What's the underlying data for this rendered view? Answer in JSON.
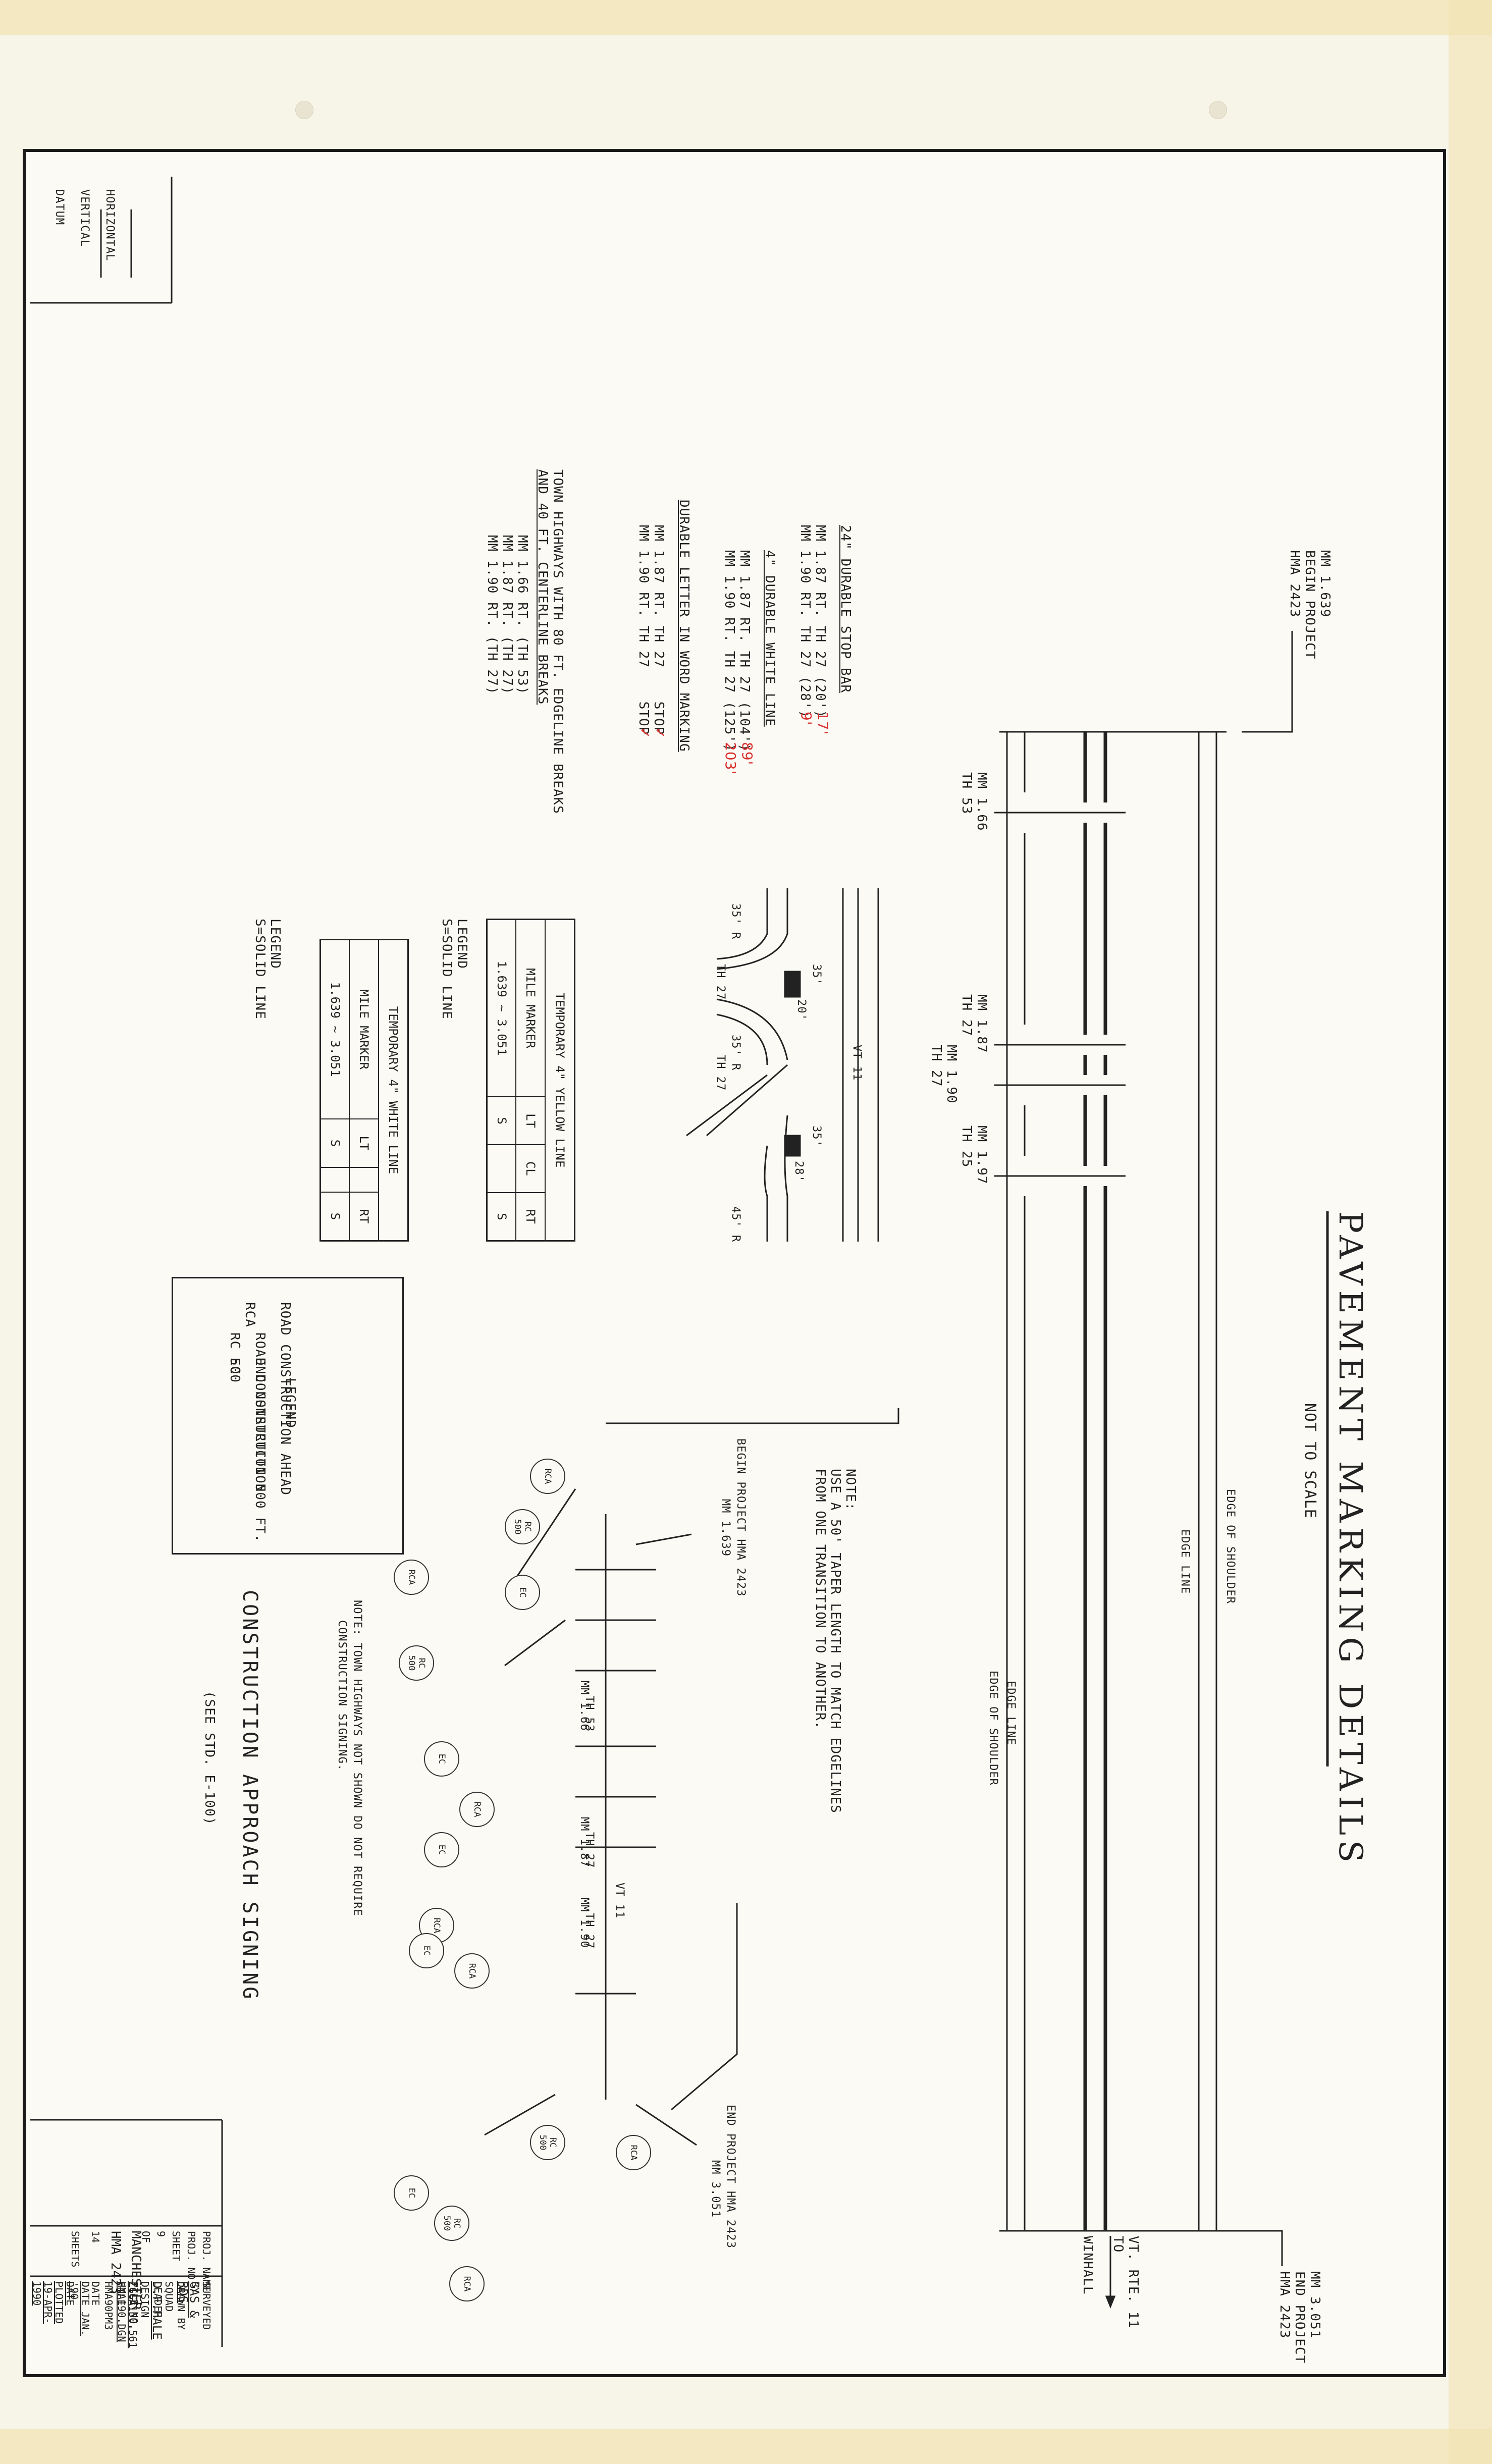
{
  "title": "PAVEMENT MARKING DETAILS",
  "subtitle": "NOT TO SCALE",
  "datum": {
    "label": "DATUM",
    "vertical": "VERTICAL",
    "horizontal": "HORIZONTAL"
  },
  "project_marks": {
    "begin": [
      "MM 1.639",
      "BEGIN PROJECT",
      "HMA 2423"
    ],
    "end": [
      "MM 3.051",
      "END PROJECT",
      "HMA 2423"
    ],
    "route": [
      "VT. RTE. 11",
      "TO",
      "WINHALL"
    ]
  },
  "plan_labels": {
    "mm166": [
      "MM 1.66",
      "TH 53"
    ],
    "mm187": [
      "MM 1.87",
      "TH 27"
    ],
    "mm190": [
      "MM 1.90",
      "TH 27"
    ],
    "mm197": [
      "MM 1.97",
      "TH 25"
    ],
    "edge_shoulder_top": "EDGE OF SHOULDER",
    "edge_line_top": "EDGE LINE",
    "edge_line_bot": "EDGE LINE",
    "edge_shoulder_bot": "EDGE OF SHOULDER"
  },
  "notes": {
    "taper_title": "NOTE:",
    "taper_text": [
      "USE A 50' TAPER LENGTH TO MATCH EDGELINES",
      "FROM ONE TRANSITION TO ANOTHER."
    ],
    "town_highways": [
      "NOTE: TOWN HIGHWAYS NOT SHOWN DO NOT REQUIRE",
      "CONSTRUCTION SIGNING."
    ]
  },
  "stop_bar": {
    "heading": "24\" DURABLE STOP BAR",
    "lines": [
      "MM 1.87 RT. TH 27 (20')",
      "MM 1.90 RT. TH 27 (28')"
    ],
    "red": [
      "17'",
      "9'"
    ]
  },
  "white_line": {
    "heading": "4\" DURABLE WHITE LINE",
    "lines": [
      "MM 1.87 RT. TH 27 (104')",
      "MM 1.90 RT. TH 27 (125')"
    ],
    "red": [
      "89'",
      "203'"
    ]
  },
  "word_marking": {
    "heading": "DURABLE LETTER IN WORD MARKING",
    "lines": [
      "MM 1.87 RT. TH 27    STOP",
      "MM 1.90 RT. TH 27    STOP"
    ],
    "checks": [
      "✓",
      "✓"
    ]
  },
  "town_highways": {
    "heading": [
      "TOWN HIGHWAYS WITH 80 FT. EDGELINE BREAKS",
      "AND 40 FT. CENTERLINE BREAKS"
    ],
    "lines": [
      "MM 1.66 RT. (TH 53)",
      "MM 1.87 RT. (TH 27)",
      "MM 1.90 RT. (TH 27)"
    ]
  },
  "detail": {
    "r35a": "35' R",
    "r35b": "35' R",
    "r45": "45' R",
    "d35a": "35'",
    "d20": "20'",
    "d35b": "35'",
    "d28": "28'",
    "th27a": "TH 27",
    "th27b": "TH 27",
    "vt11": "VT 11"
  },
  "yellow_table": {
    "title": "TEMPORARY 4\" YELLOW LINE",
    "headers": [
      "MILE MARKER",
      "LT",
      "CL",
      "RT"
    ],
    "row": [
      "1.639 ~ 3.051",
      "S",
      "",
      "S"
    ],
    "legend": [
      "LEGEND",
      "S=SOLID LINE"
    ]
  },
  "white_table": {
    "title": "TEMPORARY 4\" WHITE LINE",
    "headers": [
      "MILE MARKER",
      "LT",
      "",
      "RT"
    ],
    "row": [
      "1.639 ~ 3.051",
      "S",
      "",
      "S"
    ],
    "legend": [
      "LEGEND",
      "S=SOLID LINE"
    ]
  },
  "sign_legend": {
    "title": "LEGEND",
    "items": [
      {
        "code": "RCA",
        "text": "ROAD CONSTRUCTION AHEAD"
      },
      {
        "code": "RC 500",
        "text": "ROAD CONSTRUCTION 500 FT."
      },
      {
        "code": "EC",
        "text": "END CONSTRUCTION"
      }
    ]
  },
  "signing": {
    "title": "CONSTRUCTION APPROACH SIGNING",
    "ref": "(SEE STD. E-100)",
    "begin": [
      "BEGIN PROJECT HMA 2423",
      "MM 1.639"
    ],
    "end": [
      "END PROJECT HMA 2423",
      "MM 3.051"
    ],
    "road": "VT 11",
    "sign_codes": {
      "rca": "RCA",
      "rc": "RC",
      "rc500": "500",
      "ec": "EC"
    },
    "stations": [
      {
        "mm": "MM 1.66",
        "th": "TH 53"
      },
      {
        "mm": "MM 1.87",
        "th": "TH 27"
      },
      {
        "mm": "MM 1.90",
        "th": "TH 27"
      }
    ]
  },
  "title_block": {
    "surveyed_by_label": "SURVEYED BY",
    "surveyed_by": "GAS & RDS",
    "date_label": "DATE",
    "drawn_by_label": "DRAWN BY",
    "drawn_date": "DATE JAN. '90",
    "squad_leader_label": "SQUAD LEADER",
    "squad_leader": "D.F.HALE",
    "design_file_label": "DESIGN FILE NO.",
    "design_file": "ZGGA150.561 HMA190.DGN",
    "file_label": "FILE",
    "file": "HMA90PM3",
    "plotted": "DATE PLOTTED 19-APR-1990",
    "proj_name_label": "PROJ. NAME",
    "proj_name": "MANCHESTER",
    "proj_no_label": "PROJ. NO.",
    "proj_no": "HMA 2423",
    "sheet_label": "SHEET",
    "sheet": "9",
    "of_label": "OF",
    "of": "14",
    "sheets_label": "SHEETS"
  }
}
